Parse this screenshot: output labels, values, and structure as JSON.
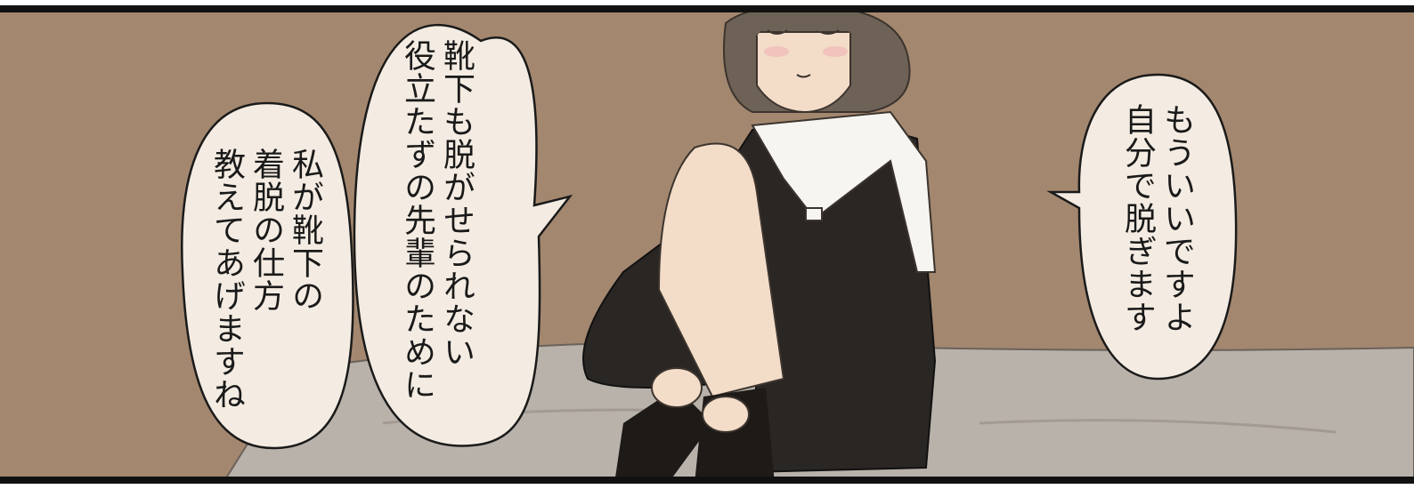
{
  "panel": {
    "colors": {
      "wall": "#a3876f",
      "bed": "#b9b2aa",
      "hair": "#6e6256",
      "uniform": "#2a2624",
      "collar": "#f7f5f1",
      "skin": "#f3dcc8",
      "bubble_fill": "#f4ece2",
      "border": "#111111"
    },
    "bubbles": {
      "middle": {
        "lines": [
          "靴下も脱がせられない",
          "役立たずの先輩のために"
        ]
      },
      "left": {
        "lines": [
          "私が靴下の",
          "着脱の仕方",
          "教えてあげますね"
        ]
      },
      "right": {
        "lines": [
          "もういいですよ",
          "自分で脱ぎます"
        ]
      }
    }
  }
}
